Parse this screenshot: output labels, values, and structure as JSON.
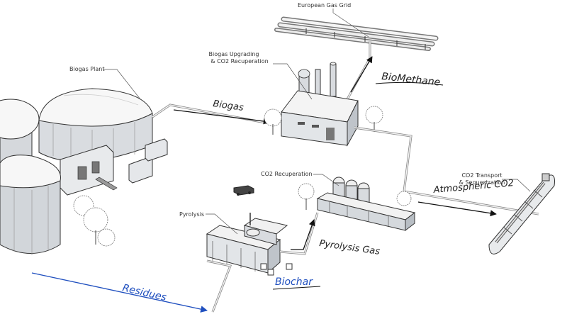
{
  "labels": {
    "european_gas_grid": "European Gas Grid",
    "biogas_upgrading_1": "Biogas Upgrading",
    "biogas_upgrading_2": "& CO2 Recuperation",
    "biogas_plant": "Biogas Plant",
    "co2_recuperation": "CO2 Recuperation",
    "co2_transport_1": "CO2 Transport",
    "co2_transport_2": "& Sequestration",
    "pyrolysis": "Pyrolysis"
  },
  "flows": {
    "biomethane": "BioMethane",
    "biogas": "Biogas",
    "atmospheric_co2": "Atmospheric CO2",
    "pyrolysis_gas": "Pyrolysis Gas",
    "biochar": "Biochar",
    "residues": "Residues"
  },
  "colors": {
    "residues_flow": "#1f4fbf",
    "biochar_flow": "#1f4fbf",
    "building_shade": "#cfd3d8",
    "dome": "#f7f7f7"
  }
}
